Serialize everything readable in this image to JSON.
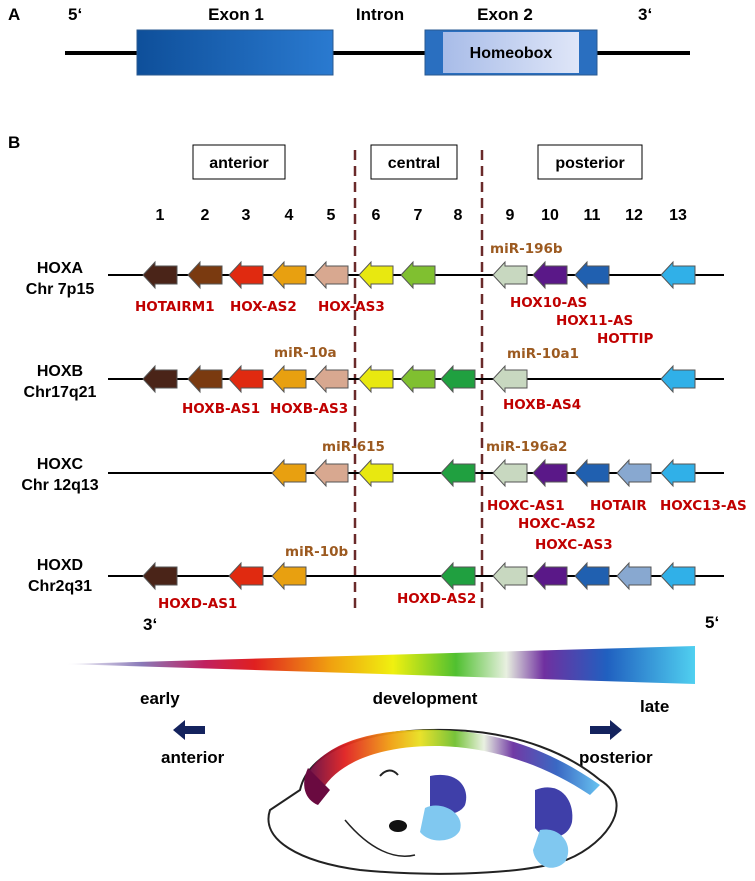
{
  "panel_a": {
    "label": "A",
    "five_prime": "5‘",
    "three_prime": "3‘",
    "exon1": "Exon 1",
    "intron": "Intron",
    "exon2": "Exon 2",
    "homeobox": "Homeobox"
  },
  "panel_b": {
    "label": "B",
    "regions": [
      "anterior",
      "central",
      "posterior"
    ],
    "columns": [
      "1",
      "2",
      "3",
      "4",
      "5",
      "6",
      "7",
      "8",
      "9",
      "10",
      "11",
      "12",
      "13"
    ],
    "clusters": [
      {
        "name": "HOXA",
        "chr": "Chr 7p15",
        "genes": [
          1,
          2,
          3,
          4,
          5,
          6,
          7,
          9,
          10,
          11,
          13
        ],
        "red_labels": [
          "HOTAIRM1",
          "HOX-AS2",
          "HOX-AS3",
          "HOX10-AS",
          "HOX11-AS",
          "HOTTIP"
        ],
        "mirnas": [
          "miR-196b"
        ]
      },
      {
        "name": "HOXB",
        "chr": "Chr17q21",
        "genes": [
          1,
          2,
          3,
          4,
          5,
          6,
          7,
          8,
          9,
          13
        ],
        "red_labels": [
          "HOXB-AS1",
          "HOXB-AS3",
          "HOXB-AS4"
        ],
        "mirnas": [
          "miR-10a",
          "miR-10a1"
        ]
      },
      {
        "name": "HOXC",
        "chr": "Chr 12q13",
        "genes": [
          4,
          5,
          6,
          8,
          9,
          10,
          11,
          12,
          13
        ],
        "red_labels": [
          "HOXC-AS1",
          "HOXC-AS2",
          "HOTAIR",
          "HOXC13-AS",
          "HOXC-AS3"
        ],
        "mirnas": [
          "miR-615",
          "miR-196a2"
        ]
      },
      {
        "name": "HOXD",
        "chr": "Chr2q31",
        "genes": [
          1,
          3,
          4,
          8,
          9,
          10,
          11,
          12,
          13
        ],
        "red_labels": [
          "HOXD-AS1",
          "HOXD-AS2"
        ],
        "mirnas": [
          "miR-10b"
        ]
      }
    ],
    "three_prime": "3‘",
    "five_prime": "5‘",
    "early": "early",
    "development": "development",
    "late": "late",
    "anterior": "anterior",
    "posterior": "posterior"
  },
  "colors": {
    "1": "#4a2418",
    "2": "#7a3a10",
    "3": "#e02a10",
    "4": "#e8a010",
    "5": "#d8a890",
    "6": "#e8e810",
    "7": "#80c030",
    "8": "#20a040",
    "9": "#c8d8c0",
    "10": "#5a1888",
    "11": "#2060b0",
    "12": "#88a8d0",
    "13": "#30b0e8",
    "red_text": "#c00000",
    "mirna_text": "#9c5a20",
    "exon": "#1f5fb0",
    "homeobox": "#b8c8f0"
  }
}
